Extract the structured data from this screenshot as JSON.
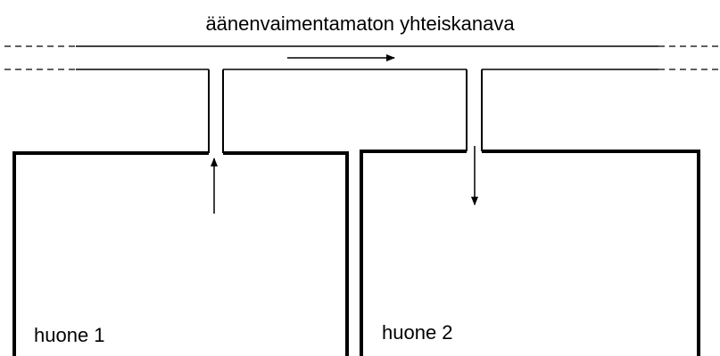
{
  "diagram": {
    "title": "äänenvaimentamaton yhteiskanava",
    "rooms": [
      {
        "label": "huone 1"
      },
      {
        "label": "huone 2"
      }
    ],
    "colors": {
      "line": "#000000",
      "background": "#ffffff"
    }
  }
}
